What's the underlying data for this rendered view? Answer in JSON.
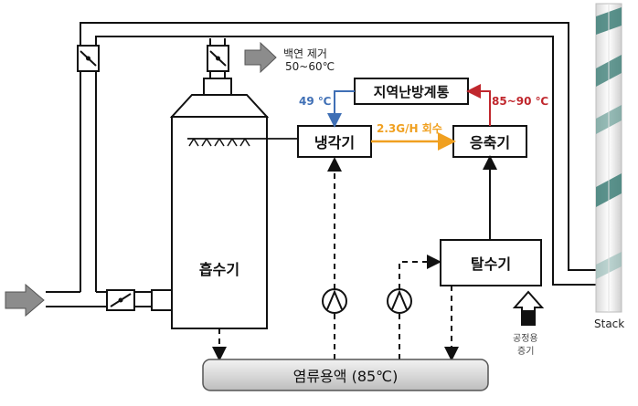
{
  "labels": {
    "absorber": "흡수기",
    "cooler": "냉각기",
    "condenser": "응축기",
    "stripper": "탈수기",
    "district_heating": "지역난방계통",
    "salt_solution": "염류용액 (85℃)",
    "stack": "Stack",
    "plume_removal": "백연 제거",
    "plume_temp": "50~60℃",
    "cooler_temp": "49 ℃",
    "hot_temp": "85~90 ℃",
    "recovery": "2.3G/H 회수",
    "process_steam_1": "공정용",
    "process_steam_2": "증기"
  },
  "colors": {
    "blue": "#3f6fb5",
    "red": "#c0272d",
    "orange": "#f0a020",
    "gray_arrow": "#8c8c8c",
    "stack_teal": "#3e7f78"
  }
}
